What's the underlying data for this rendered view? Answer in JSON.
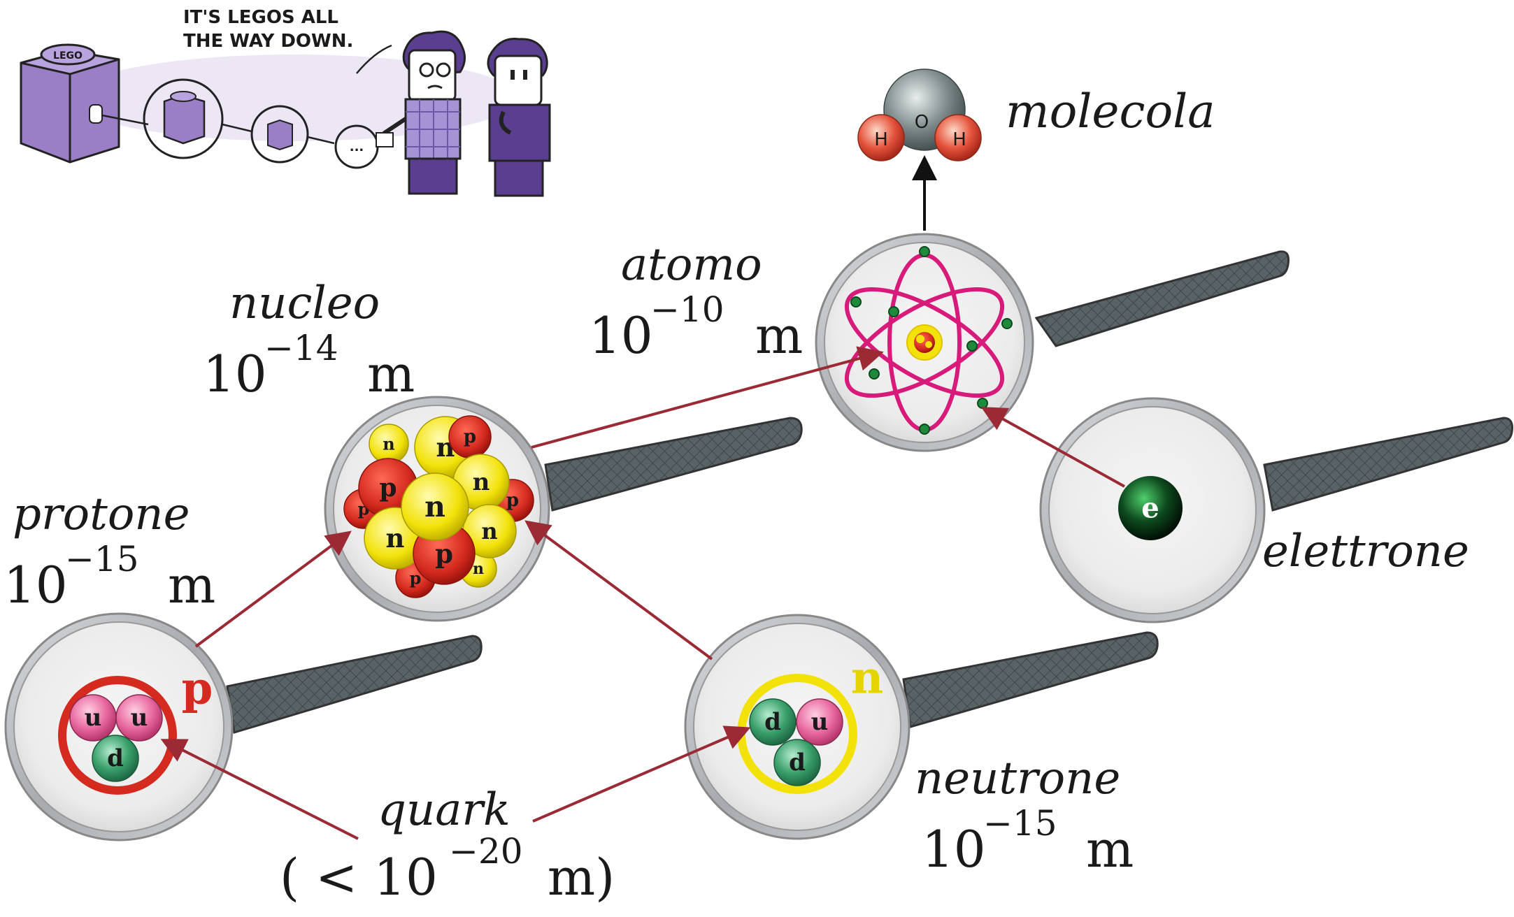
{
  "comic": {
    "speech": [
      "IT'S LEGOS ALL",
      "THE WAY DOWN."
    ],
    "brick_text": "LEGO",
    "ellipsis": "..."
  },
  "labels": {
    "molecola": {
      "name": "molecola",
      "atoms": [
        "H",
        "O",
        "H"
      ]
    },
    "atomo": {
      "name": "atomo",
      "base": "10",
      "exp": "−10",
      "unit": "m"
    },
    "nucleo": {
      "name": "nucleo",
      "base": "10",
      "exp": "−14",
      "unit": "m"
    },
    "protone": {
      "name": "protone",
      "base": "10",
      "exp": "−15",
      "unit": "m",
      "symbol": "p",
      "quarks": [
        "u",
        "u",
        "d"
      ]
    },
    "neutrone": {
      "name": "neutrone",
      "base": "10",
      "exp": "−15",
      "unit": "m",
      "symbol": "n",
      "quarks": [
        "d",
        "u",
        "d"
      ]
    },
    "elettrone": {
      "name": "elettrone",
      "symbol": "e"
    },
    "quark": {
      "name": "quark",
      "open": "( < 10",
      "exp": "−20",
      "close": " m)"
    }
  },
  "nucleons": [
    "n",
    "n",
    "p",
    "p",
    "n",
    "p",
    "n",
    "p",
    "n",
    "n",
    "p",
    "p",
    "n"
  ],
  "colors": {
    "arrow": "#9b2a35",
    "orbit": "#d81b7a",
    "electron_dot": "#1f8a3c",
    "proton_red": "#d42a1f",
    "neutron_yellow": "#f2e20a",
    "quark_u": "#e86aa0",
    "quark_d": "#3aa06b",
    "lens_rim": "#b9bcbf",
    "handle": "#5b6468",
    "lego_purple": "#9a7fc7"
  }
}
